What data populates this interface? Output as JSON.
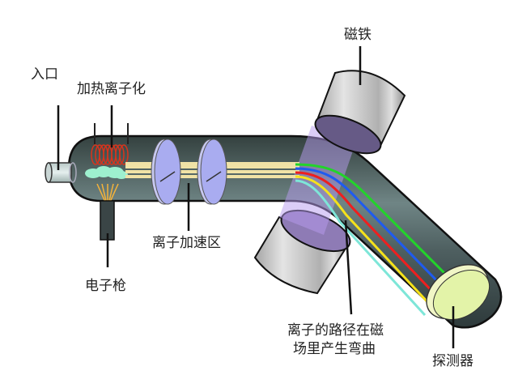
{
  "title": "质谱仪示意图",
  "labels": {
    "inlet": "入口",
    "heating_ionization": "加热离子化",
    "magnet": "磁铁",
    "ion_acceleration": "离子加速区",
    "electron_gun": "电子枪",
    "ion_path_line1": "离子的路径在磁",
    "ion_path_line2": "场里产生弯曲",
    "detector": "探测器"
  },
  "colors": {
    "tube": "#3d4b4f",
    "tube_light": "#6e8486",
    "plates": "#a9acf0",
    "ion_beam": "#f0e2a6",
    "magnet_field": "#b79cf0",
    "magnet_body": "#c9c9c9",
    "detector": "#e3f3a8",
    "heater_coil": "#d9341c",
    "ion_cloud": "#9ef0cf",
    "electron_beam": "#f5b33a"
  },
  "ion_paths": [
    {
      "name": "green",
      "color": "#22d42a"
    },
    {
      "name": "blue",
      "color": "#1f5bf0"
    },
    {
      "name": "red",
      "color": "#ee1f1f"
    },
    {
      "name": "yellow",
      "color": "#f5e21a"
    },
    {
      "name": "cyan",
      "color": "#7ee6d8"
    }
  ]
}
